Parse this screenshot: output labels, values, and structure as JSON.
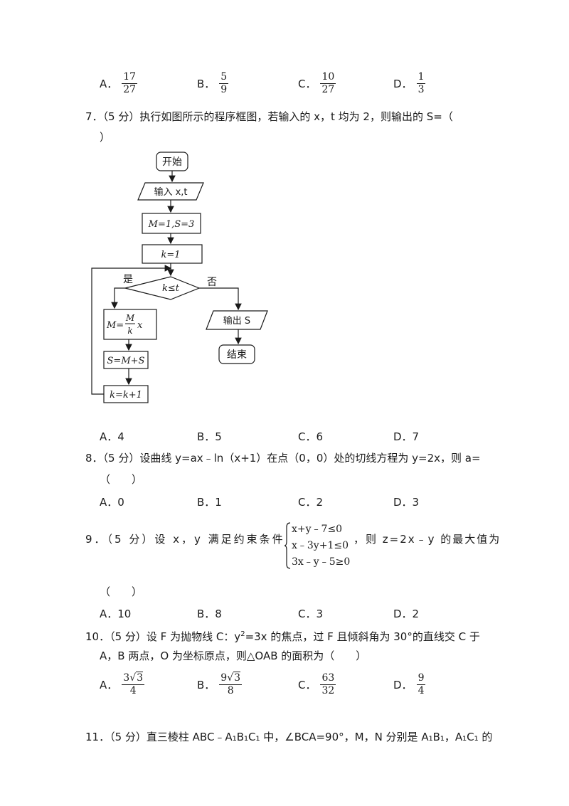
{
  "q6": {
    "options": [
      {
        "letter": "A．",
        "num": "17",
        "den": "27"
      },
      {
        "letter": "B．",
        "num": "5",
        "den": "9"
      },
      {
        "letter": "C．",
        "num": "10",
        "den": "27"
      },
      {
        "letter": "D．",
        "num": "1",
        "den": "3"
      }
    ]
  },
  "q7": {
    "line1": "7．（5 分）执行如图所示的程序框图，若输入的 x，t 均为 2，则输出的 S=（",
    "line2": "）",
    "flow": {
      "start": "开始",
      "input": "输入 x,t",
      "init1": "M=1,S=3",
      "init2": "k=1",
      "cond": "k≤t",
      "yes": "是",
      "no": "否",
      "step1_pre": "M=",
      "step1_num": "M",
      "step1_den": "k",
      "step1_post": "x",
      "step2": "S=M+S",
      "step3": "k=k+1",
      "output": "输出 S",
      "end": "结束"
    },
    "options": [
      "A．4",
      "B．5",
      "C．6",
      "D．7"
    ]
  },
  "q8": {
    "line1": "8．（5 分）设曲线 y=ax﹣ln（x+1）在点（0，0）处的切线方程为 y=2x，则 a=",
    "line2": "（　　）",
    "options": [
      "A．0",
      "B．1",
      "C．2",
      "D．3"
    ]
  },
  "q9": {
    "prefix": "9．（5 分）设 x，y 满足约束条件",
    "constraints": [
      "x+y﹣7≤0",
      "x﹣3y+1≤0",
      "3x﹣y﹣5≥0"
    ],
    "suffix": "，则 z=2x﹣y 的最大值为",
    "line2": "（　　）",
    "options": [
      "A．10",
      "B．8",
      "C．3",
      "D．2"
    ]
  },
  "q10": {
    "line1_a": "10．（5 分）设 F 为抛物线 C：y",
    "line1_sup": "2",
    "line1_b": "=3x 的焦点，过 F 且倾斜角为 30°的直线交 C 于",
    "line2": "A，B 两点，O 为坐标原点，则△OAB 的面积为（　　）",
    "options": [
      {
        "letter": "A．",
        "coef": "3",
        "rad": "3",
        "den": "4"
      },
      {
        "letter": "B．",
        "coef": "9",
        "rad": "3",
        "den": "8"
      },
      {
        "letter": "C．",
        "num": "63",
        "den": "32"
      },
      {
        "letter": "D．",
        "num": "9",
        "den": "4"
      }
    ]
  },
  "q11": {
    "text": "11．（5 分）直三棱柱 ABC﹣A₁B₁C₁ 中，∠BCA=90°，M，N 分别是 A₁B₁，A₁C₁ 的"
  }
}
